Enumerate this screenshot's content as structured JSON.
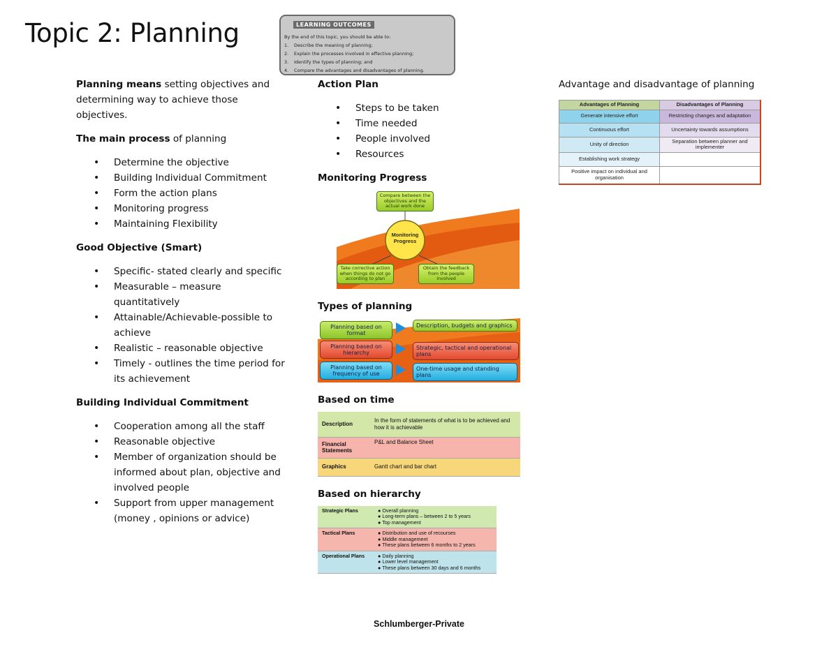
{
  "title": "Topic 2: Planning",
  "learning_outcomes": {
    "heading": "LEARNING OUTCOMES",
    "intro": "By the end of this topic, you should be able to:",
    "items": [
      {
        "num": "1.",
        "text": "Describe the meaning of planning;"
      },
      {
        "num": "2.",
        "text": "Explain the processes involved in effective planning;"
      },
      {
        "num": "3.",
        "text": "Identify the types of planning; and"
      },
      {
        "num": "4.",
        "text": "Compare the advantages and disadvantages of planning."
      }
    ]
  },
  "col1": {
    "definition_bold": "Planning means",
    "definition_rest": " setting objectives and determining way to achieve those objectives.",
    "process_bold": "The main process",
    "process_rest": " of planning",
    "process_items": [
      "Determine the objective",
      "Building Individual Commitment",
      "Form the action plans",
      "Monitoring progress",
      "Maintaining Flexibility"
    ],
    "smart_heading": "Good Objective (Smart)",
    "smart_items": [
      "Specific- stated clearly and specific",
      "Measurable – measure quantitatively",
      "Attainable/Achievable-possible to achieve",
      "Realistic – reasonable objective",
      "Timely - outlines the time period for its achievement"
    ],
    "commitment_heading": "Building Individual Commitment",
    "commitment_items": [
      "Cooperation among all the staff",
      "Reasonable objective",
      "Member of organization should be informed about plan, objective and involved people",
      "Support from upper management (money , opinions or advice)"
    ]
  },
  "col2": {
    "action_heading": "Action Plan",
    "action_items": [
      "Steps to be taken",
      "Time needed",
      "People involved",
      "Resources"
    ],
    "monitoring_heading": "Monitoring Progress",
    "monitoring_diagram": {
      "center": "Monitoring Progress",
      "top": "Compare between the objectives and the actual work done",
      "left": "Take corrective action when things do not go according to plan",
      "right": "Obtain the feedback from the people involved"
    },
    "types_heading": "Types of planning",
    "types_rows": [
      {
        "left": "Planning based on format",
        "right": "Description, budgets and graphics",
        "color": "#9fd63a"
      },
      {
        "left": "Planning based on hierarchy",
        "right": "Strategic, tactical and operational plans",
        "color": "#f0674a"
      },
      {
        "left": "Planning based on frequency of use",
        "right": "One-time usage and standing plans",
        "color": "#3ec3ea"
      }
    ],
    "time_heading": "Based on time",
    "time_rows": [
      {
        "label": "Description",
        "text": "In the form of statements of what is to be achieved and how it is achievable",
        "color": "#d3e7a8"
      },
      {
        "label": "Financial Statements",
        "text": "P&L and Balance Sheet",
        "color": "#f6b4ac"
      },
      {
        "label": "Graphics",
        "text": "Gantt chart and bar chart",
        "color": "#f7d77a"
      }
    ],
    "hierarchy_heading": "Based on hierarchy",
    "hierarchy_rows": [
      {
        "label": "Strategic Plans",
        "items": [
          "Overall planning",
          "Long-term plans – between 2 to 5 years",
          "Top management"
        ],
        "color": "#cfe9b0"
      },
      {
        "label": "Tactical Plans",
        "items": [
          "Distribution and use of recourses",
          "Middle management",
          "These plans between 6 months to 2 years"
        ],
        "color": "#f5b6ae"
      },
      {
        "label": "Operational Plans",
        "items": [
          "Daily planning",
          "Lower level management",
          "These plans between 30 days and 6 months"
        ],
        "color": "#bfe3ea"
      }
    ]
  },
  "col3": {
    "heading": "Advantage and disadvantage of planning",
    "table_headers": [
      "Advantages of Planning",
      "Disadvantages of Planning"
    ],
    "rows": [
      {
        "adv": "Generate intensive effort",
        "dis": "Restricting changes and adaptation"
      },
      {
        "adv": "Continuous effort",
        "dis": "Uncertainty towards assumptions"
      },
      {
        "adv": "Unity of direction",
        "dis": "Separation between planner and implementer"
      },
      {
        "adv": "Establishing work strategy",
        "dis": ""
      },
      {
        "adv": "Positive impact on individual and organisation",
        "dis": ""
      }
    ]
  },
  "footer": "Schlumberger-Private"
}
